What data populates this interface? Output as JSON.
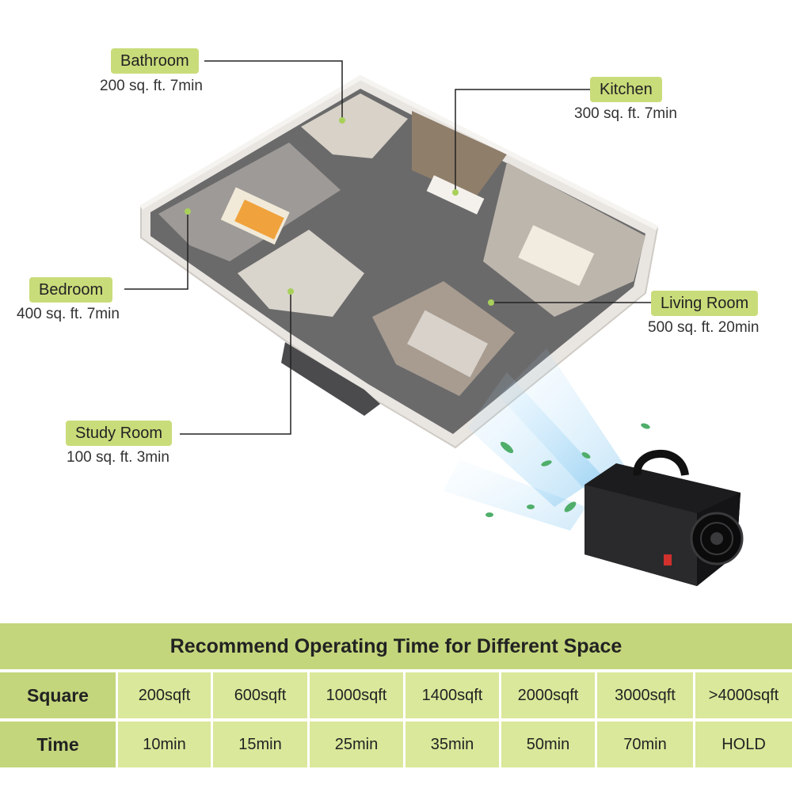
{
  "rooms": {
    "bathroom": {
      "name": "Bathroom",
      "info": "200 sq. ft. 7min"
    },
    "kitchen": {
      "name": "Kitchen",
      "info": "300 sq. ft. 7min"
    },
    "bedroom": {
      "name": "Bedroom",
      "info": "400 sq. ft. 7min"
    },
    "living_room": {
      "name": "Living Room",
      "info": "500 sq. ft. 20min"
    },
    "study_room": {
      "name": "Study Room",
      "info": "100 sq. ft. 3min"
    }
  },
  "table": {
    "title": "Recommend Operating Time for Different Space",
    "square_label": "Square",
    "time_label": "Time",
    "squares": [
      "200sqft",
      "600sqft",
      "1000sqft",
      "1400sqft",
      "2000sqft",
      "3000sqft",
      ">4000sqft"
    ],
    "times": [
      "10min",
      "15min",
      "25min",
      "35min",
      "50min",
      "70min",
      "HOLD"
    ]
  },
  "colors": {
    "label_green": "#c9dc7a",
    "table_green": "#d9e89a",
    "header_green": "#c3d67c"
  }
}
